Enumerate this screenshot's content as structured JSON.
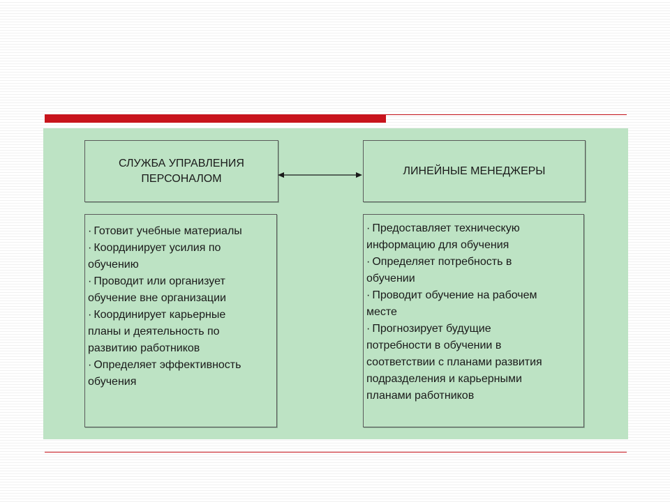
{
  "diagram": {
    "left": {
      "title": "СЛУЖБА УПРАВЛЕНИЯ\nПЕРСОНАЛОМ",
      "items": [
        "Готовит учебные материалы",
        "Координирует усилия по\nобучению",
        "Проводит или организует\nобучение вне организации",
        "Координирует карьерные\nпланы и деятельность по\nразвитию работников",
        "Определяет эффективность\nобучения"
      ]
    },
    "right": {
      "title": "ЛИНЕЙНЫЕ МЕНЕДЖЕРЫ",
      "items": [
        "Предоставляет техническую\nинформацию для обучения",
        "Определяет потребность в\nобучении",
        "Проводит обучение на рабочем\nместе",
        "Прогнозирует будущие\nпотребности в обучении в\nсоответствии с планами развития\nподразделения и карьерными\nпланами работников"
      ]
    },
    "bullet": "·",
    "colors": {
      "panel": "#bde3c4",
      "accent": "#c8141c",
      "border": "#5a5a5a"
    }
  }
}
